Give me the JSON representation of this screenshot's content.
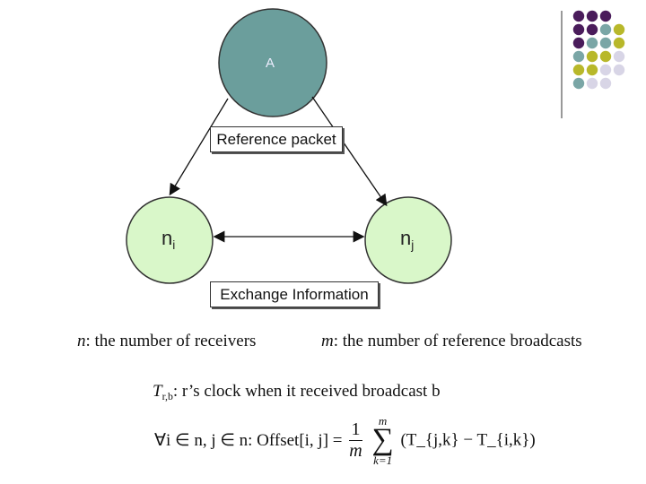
{
  "colors": {
    "node_a_fill": "#6b9e9c",
    "node_ij_fill": "#d9f7c9",
    "dot_purple": "#4a1c5b",
    "dot_teal": "#7aa6a6",
    "dot_olive": "#b8b82a",
    "dot_lavender": "#d8d5e6"
  },
  "diagram": {
    "node_a": "A",
    "node_i": {
      "base": "n",
      "sub": "i"
    },
    "node_j": {
      "base": "n",
      "sub": "j"
    },
    "reference_label": "Reference packet",
    "exchange_label": "Exchange Information"
  },
  "definitions": {
    "n_def": {
      "var": "n",
      "text": ": the number of receivers"
    },
    "m_def": {
      "var": "m",
      "text": ": the number of reference broadcasts"
    },
    "t_def": {
      "var": "T",
      "sub": "r,b",
      "text": ": r’s clock when it received broadcast b"
    }
  },
  "formula": {
    "prefix": "∀i ∈ n, j ∈ n: Offset[i, j] =",
    "numerator": "1",
    "denominator": "m",
    "sum_top": "m",
    "sum_bottom": "k=1",
    "term": "(T_{j,k} − T_{i,k})"
  },
  "decoration": {
    "dot_rows": [
      [
        "purple",
        "purple",
        "purple"
      ],
      [
        "purple",
        "purple",
        "teal",
        "olive"
      ],
      [
        "purple",
        "teal",
        "teal",
        "olive"
      ],
      [
        "teal",
        "olive",
        "olive",
        "lavender"
      ],
      [
        "olive",
        "olive",
        "lavender",
        "lavender"
      ],
      [
        "teal",
        "lavender",
        "lavender"
      ]
    ]
  }
}
